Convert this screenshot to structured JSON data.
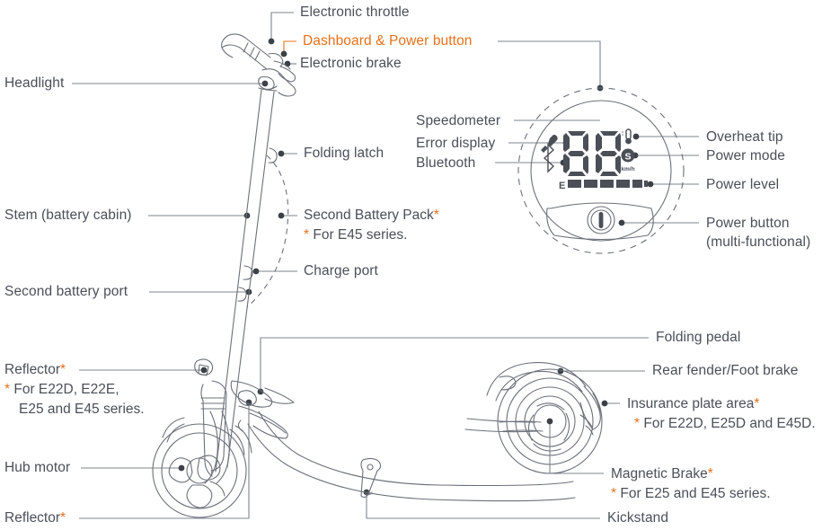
{
  "diagram": {
    "title": "Electric scooter component callout diagram",
    "accent_color": "#E8701A",
    "text_color": "#4a4f58",
    "line_color": "#7d848d",
    "art_color": "#6b7079"
  },
  "labels": {
    "electronic_throttle": "Electronic throttle",
    "dashboard_power_button": "Dashboard & Power button",
    "electronic_brake": "Electronic brake",
    "headlight": "Headlight",
    "folding_latch": "Folding latch",
    "stem": "Stem (battery cabin)",
    "second_battery_pack": "Second Battery Pack",
    "second_battery_pack_note": "For E45 series.",
    "charge_port": "Charge port",
    "second_battery_port": "Second battery port",
    "reflector_front": "Reflector",
    "reflector_front_note_1": "For E22D, E22E,",
    "reflector_front_note_2": "E25 and E45 series.",
    "hub_motor": "Hub motor",
    "reflector_rear": "Reflector",
    "folding_pedal": "Folding pedal",
    "rear_fender_foot_brake": "Rear fender/Foot brake",
    "insurance_plate_area": "Insurance plate area",
    "insurance_plate_note": "For E22D, E25D and E45D.",
    "magnetic_brake": "Magnetic Brake",
    "magnetic_brake_note": "For E25 and E45 series.",
    "kickstand": "Kickstand",
    "asterisk": "*"
  },
  "dashboard": {
    "speedometer": "Speedometer",
    "error_display": "Error display",
    "bluetooth": "Bluetooth",
    "overheat_tip": "Overheat tip",
    "power_mode": "Power mode",
    "power_level": "Power level",
    "power_button_line1": "Power button",
    "power_button_line2": "(multi-functional)",
    "lcd_digits": "88",
    "unit": "km/h",
    "mode_letter": "S",
    "battery_letter": "E",
    "icons": {
      "error": "wrench-icon",
      "bluetooth": "bluetooth-icon",
      "overheat": "thermometer-icon",
      "power_mode": "speed-mode-icon",
      "battery": "battery-icon",
      "power": "power-symbol-icon"
    },
    "battery_bars": 6
  }
}
